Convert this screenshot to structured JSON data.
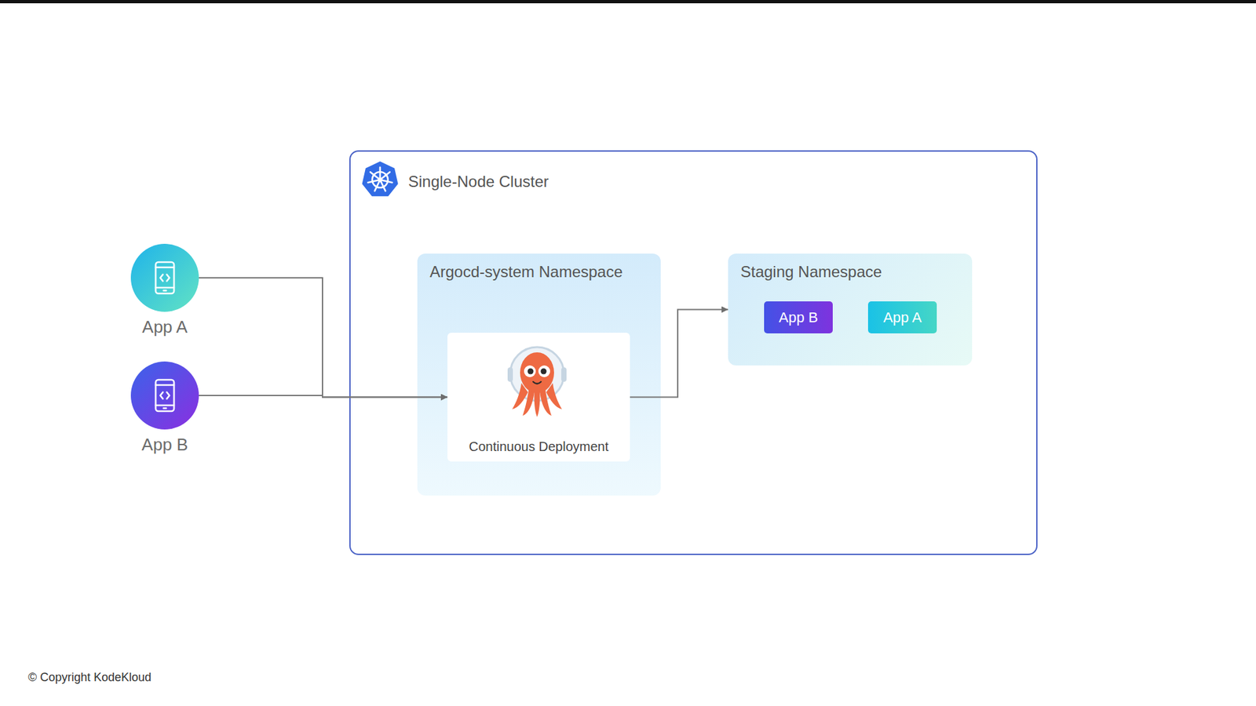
{
  "diagram": {
    "nodes": [
      {
        "text": [
          "App A"
        ]
      },
      {
        "text": [
          "App B"
        ]
      },
      {
        "text": [
          "Single-Node Cluster"
        ]
      },
      {
        "text": [
          "Argocd-system Namespace"
        ],
        "in": 2
      },
      {
        "text": [
          "Continuous Deployment"
        ],
        "in": 3
      },
      {
        "text": [
          "Staging Namespace"
        ],
        "in": 2
      },
      {
        "text": [
          "App B"
        ],
        "in": 5
      },
      {
        "text": [
          "App A"
        ],
        "in": 5
      }
    ],
    "edges": [
      {
        "from": 0,
        "to": 4,
        "arrow": "to"
      },
      {
        "from": 1,
        "to": 4,
        "arrow": "to"
      },
      {
        "from": 4,
        "to": 5,
        "arrow": "to"
      }
    ],
    "labels": [
      "© Copyright KodeKloud"
    ]
  }
}
